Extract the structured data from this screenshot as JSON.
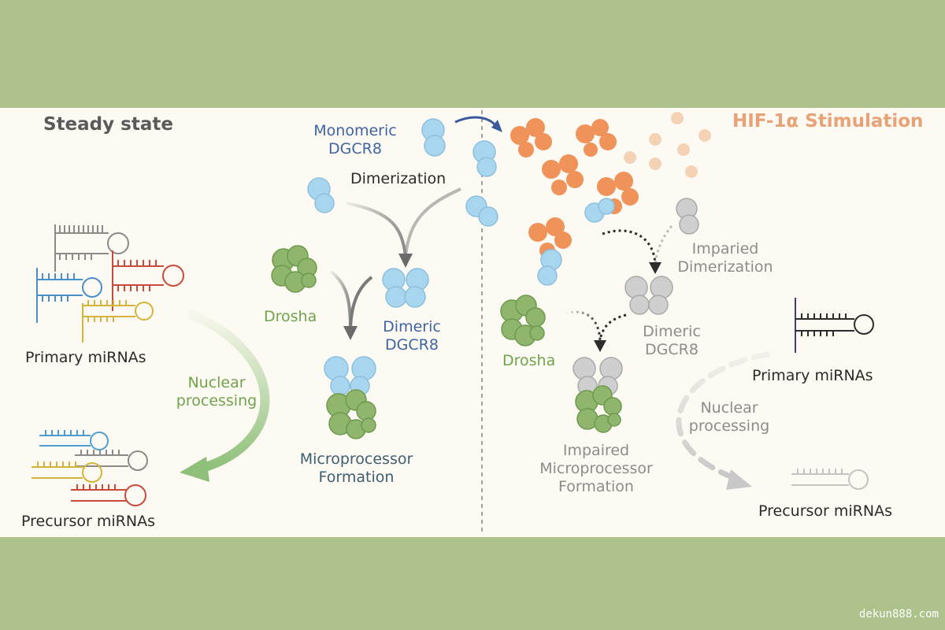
{
  "left_panel": {
    "title": "Steady state",
    "monomeric": "Monomeric DGCR8",
    "dimerization": "Dimerization",
    "drosha": "Drosha",
    "dimeric": "Dimeric DGCR8",
    "microprocessor": "Microprocessor Formation",
    "primary": "Primary miRNAs",
    "nuclear": "Nuclear processing",
    "precursor": "Precursor miRNAs"
  },
  "right_panel": {
    "title": "HIF-1α Stimulation",
    "impaired_dimerization": "Imparied Dimerization",
    "drosha": "Drosha",
    "dimeric": "Dimeric DGCR8",
    "impaired_microprocessor": "Impaired Microprocessor Formation",
    "primary": "Primary miRNAs",
    "nuclear": "Nuclear processing",
    "precursor": "Precursor miRNAs"
  },
  "watermark": "dekun888.com",
  "colors": {
    "band": "#adc28a",
    "panel": "#fcfaf2",
    "dgcr8": "#a9d6ef",
    "drosha": "#8fb66c",
    "hif": "#f0935a",
    "gray_protein": "#cfcfcf"
  }
}
